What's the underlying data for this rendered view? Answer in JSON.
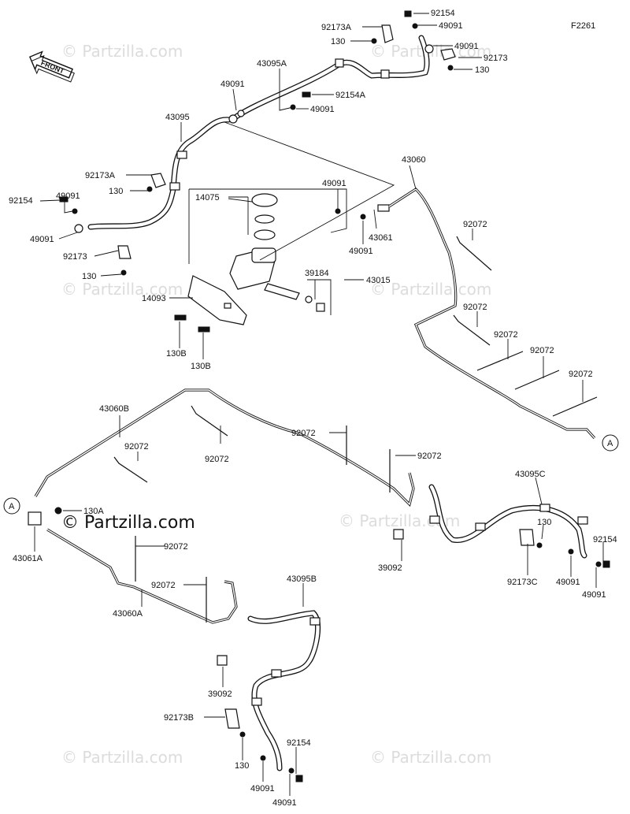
{
  "diagram": {
    "figure_code": "F2261",
    "front_label": "FRONT",
    "ref_a": "A",
    "watermark": "© Partzilla.com",
    "labels": {
      "l_92154_top": "92154",
      "l_92173A_top": "92173A",
      "l_49091_top1": "49091",
      "l_130_top": "130",
      "l_49091_top2": "49091",
      "l_92173_top": "92173",
      "l_130_top2": "130",
      "l_43095A": "43095A",
      "l_49091_mid": "49091",
      "l_92154A": "92154A",
      "l_49091_mid2": "49091",
      "l_43095": "43095",
      "l_43060": "43060",
      "l_92173A_left": "92173A",
      "l_130_left": "130",
      "l_49091_left1": "49091",
      "l_92154_left": "92154",
      "l_49091_left2": "49091",
      "l_92173_left": "92173",
      "l_130_left2": "130",
      "l_14075": "14075",
      "l_49091_c": "49091",
      "l_43061": "43061",
      "l_49091_c2": "49091",
      "l_39184": "39184",
      "l_43015": "43015",
      "l_14093": "14093",
      "l_130B_1": "130B",
      "l_130B_2": "130B",
      "l_92072_r1": "92072",
      "l_92072_r2": "92072",
      "l_92072_r3": "92072",
      "l_92072_r4": "92072",
      "l_92072_r5": "92072",
      "l_43060B": "43060B",
      "l_92072_b1": "92072",
      "l_92072_b2": "92072",
      "l_92072_b3": "92072",
      "l_92072_b4": "92072",
      "l_130A": "130A",
      "l_43061A": "43061A",
      "l_92072_b5": "92072",
      "l_92072_b6": "92072",
      "l_43060A": "43060A",
      "l_43095C": "43095C",
      "l_130_c": "130",
      "l_92154_c": "92154",
      "l_39092_r": "39092",
      "l_92173C": "92173C",
      "l_49091_c3": "49091",
      "l_49091_c4": "49091",
      "l_43095B": "43095B",
      "l_39092_b": "39092",
      "l_92173B": "92173B",
      "l_92154_b": "92154",
      "l_130_b": "130",
      "l_49091_b1": "49091",
      "l_49091_b2": "49091"
    }
  }
}
